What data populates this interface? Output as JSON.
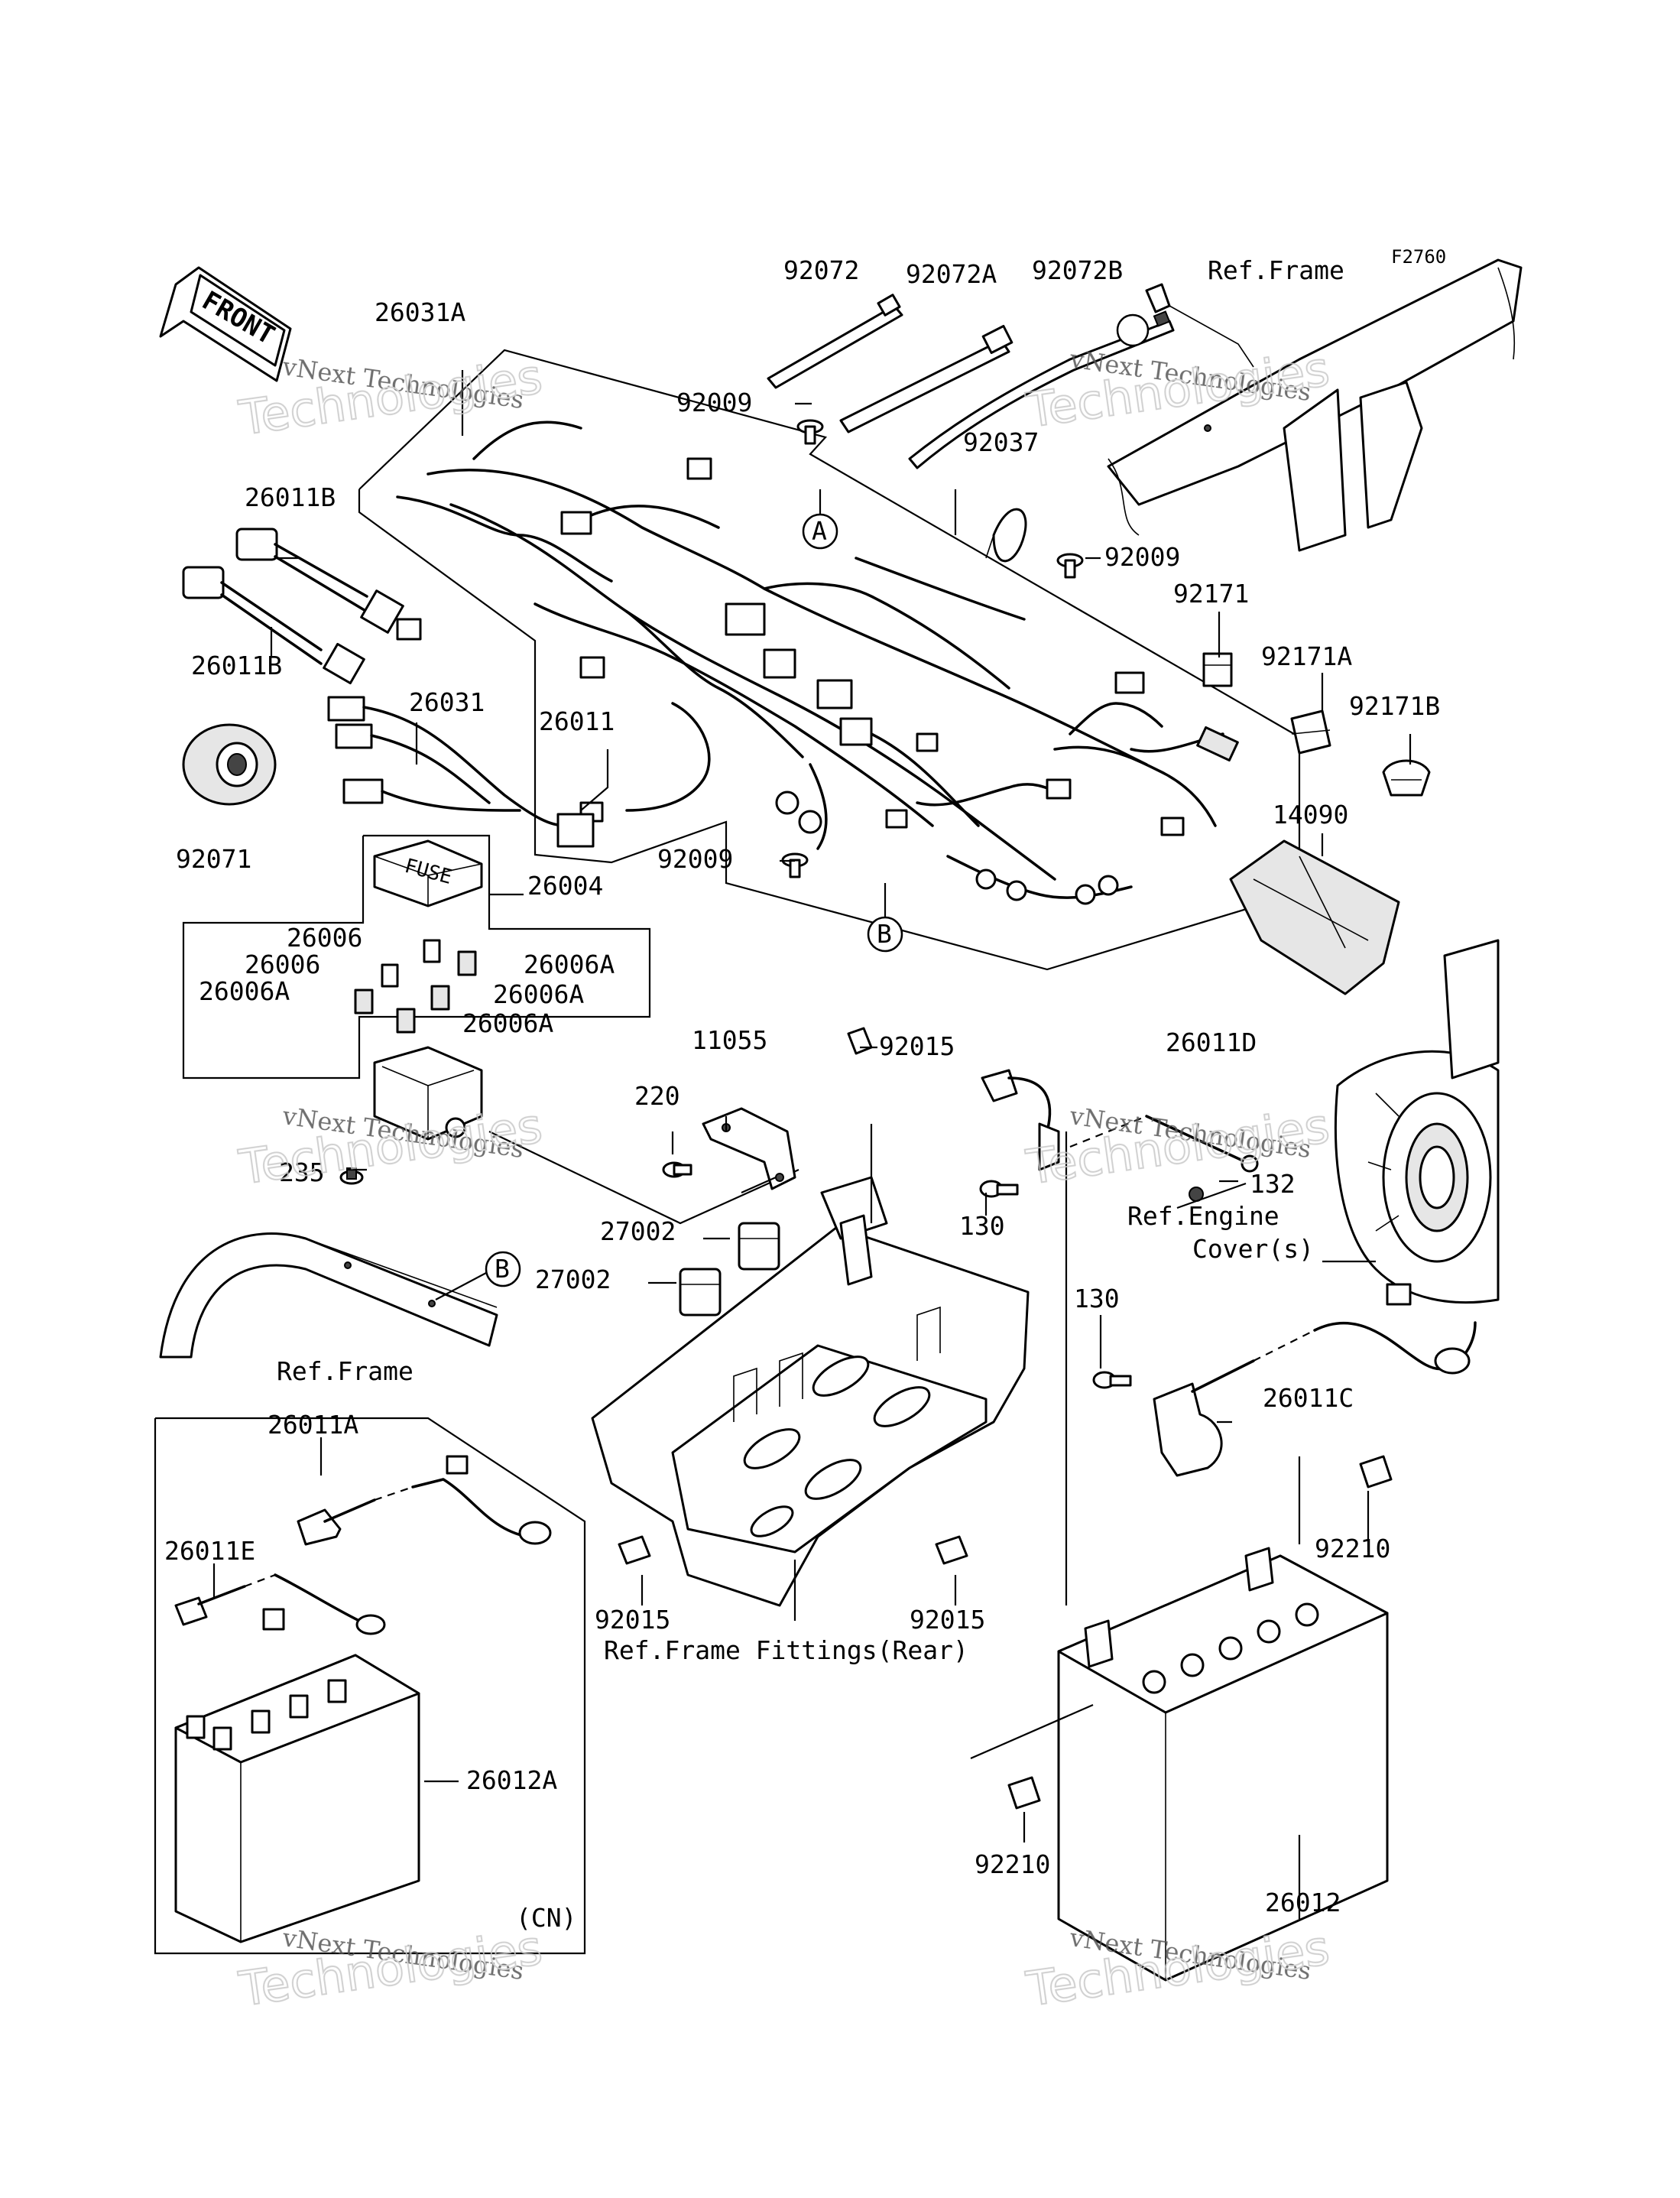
{
  "figure_id": "F2760",
  "front_label": "FRONT",
  "fuse_label": "FUSE",
  "watermark_line1": "vNext Technologies",
  "watermark_line2": "Technologies",
  "ref_labels": {
    "frame_top": "Ref.Frame",
    "frame_left": "Ref.Frame",
    "engine_cover_1": "Ref.Engine",
    "engine_cover_2": "Cover(s)",
    "frame_fittings": "Ref.Frame Fittings(Rear)",
    "cn": "(CN)"
  },
  "callouts": {
    "a": "A",
    "b": "B"
  },
  "parts": {
    "p92072": "92072",
    "p92072A": "92072A",
    "p92072B": "92072B",
    "p26031A": "26031A",
    "p92009_a": "92009",
    "p92009_b": "92009",
    "p92009_c": "92009",
    "p92037": "92037",
    "p26011B_a": "26011B",
    "p26011B_b": "26011B",
    "p92171": "92171",
    "p92171A": "92171A",
    "p92171B": "92171B",
    "p26031": "26031",
    "p26011": "26011",
    "p14090": "14090",
    "p92071": "92071",
    "p26004": "26004",
    "p26006_a": "26006",
    "p26006_b": "26006",
    "p26006A_a": "26006A",
    "p26006A_b": "26006A",
    "p26006A_c": "26006A",
    "p26006A_d": "26006A",
    "p11055": "11055",
    "p92015_a": "92015",
    "p92015_b": "92015",
    "p92015_c": "92015",
    "p26011D": "26011D",
    "p220": "220",
    "p235": "235",
    "p130_a": "130",
    "p130_b": "130",
    "p132": "132",
    "p27002_a": "27002",
    "p27002_b": "27002",
    "p26011C": "26011C",
    "p26011A": "26011A",
    "p26011E": "26011E",
    "p92210_a": "92210",
    "p92210_b": "92210",
    "p26012A": "26012A",
    "p26012": "26012"
  }
}
